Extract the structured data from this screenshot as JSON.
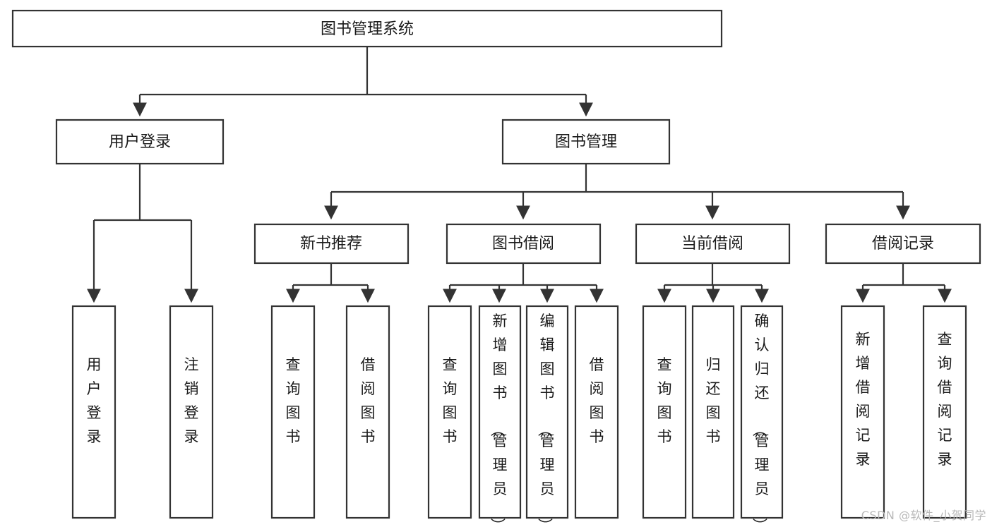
{
  "diagram": {
    "title": "图书管理系统",
    "type": "tree-hierarchy",
    "watermark": "CSDN @软件_小贺同学",
    "colors": {
      "background": "#ffffff",
      "node_fill": "#ffffff",
      "node_stroke": "#333333",
      "text": "#1a1a1a",
      "watermark": "#b8b8b8"
    },
    "root": {
      "id": "root",
      "label": "图书管理系统"
    },
    "level2": [
      {
        "id": "user-login",
        "label": "用户登录"
      },
      {
        "id": "book-manage",
        "label": "图书管理"
      }
    ],
    "level3": [
      {
        "id": "new-book-recommend",
        "label": "新书推荐",
        "parent": "book-manage"
      },
      {
        "id": "book-borrow",
        "label": "图书借阅",
        "parent": "book-manage"
      },
      {
        "id": "current-borrow",
        "label": "当前借阅",
        "parent": "book-manage"
      },
      {
        "id": "borrow-record",
        "label": "借阅记录",
        "parent": "book-manage"
      }
    ],
    "leaves": [
      {
        "id": "leaf-user-login",
        "label": "用户登录",
        "parent": "user-login"
      },
      {
        "id": "leaf-logout",
        "label": "注销登录",
        "parent": "user-login"
      },
      {
        "id": "leaf-query-book-1",
        "label": "查询图书",
        "parent": "new-book-recommend"
      },
      {
        "id": "leaf-borrow-book-1",
        "label": "借阅图书",
        "parent": "new-book-recommend"
      },
      {
        "id": "leaf-query-book-2",
        "label": "查询图书",
        "parent": "book-borrow"
      },
      {
        "id": "leaf-add-book",
        "label": "新增图书（管理员）",
        "parent": "book-borrow"
      },
      {
        "id": "leaf-edit-book",
        "label": "编辑图书（管理员）",
        "parent": "book-borrow"
      },
      {
        "id": "leaf-borrow-book-2",
        "label": "借阅图书",
        "parent": "book-borrow"
      },
      {
        "id": "leaf-query-book-3",
        "label": "查询图书",
        "parent": "current-borrow"
      },
      {
        "id": "leaf-return-book",
        "label": "归还图书",
        "parent": "current-borrow"
      },
      {
        "id": "leaf-confirm-return",
        "label": "确认归还（管理员）",
        "parent": "current-borrow"
      },
      {
        "id": "leaf-add-record",
        "label": "新增借阅记录",
        "parent": "borrow-record"
      },
      {
        "id": "leaf-query-record",
        "label": "查询借阅记录",
        "parent": "borrow-record"
      }
    ]
  }
}
